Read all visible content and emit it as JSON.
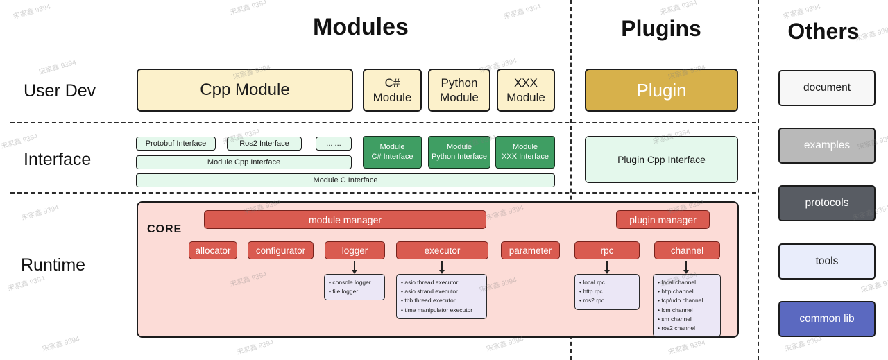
{
  "watermark": "宋家鑫 9394",
  "headers": {
    "modules": "Modules",
    "plugins": "Plugins",
    "others": "Others"
  },
  "row_labels": {
    "user_dev": "User Dev",
    "interface": "Interface",
    "runtime": "Runtime"
  },
  "user_dev": {
    "cpp_module": "Cpp Module",
    "csharp_module": "C#\nModule",
    "python_module": "Python\nModule",
    "xxx_module": "XXX\nModule",
    "plugin": "Plugin"
  },
  "interface": {
    "protobuf": "Protobuf Interface",
    "ros2": "Ros2 Interface",
    "dots": "... ...",
    "module_cpp": "Module Cpp Interface",
    "module_c": "Module C Interface",
    "module_csharp": "Module\nC# Interface",
    "module_python": "Module\nPython Interface",
    "module_xxx": "Module\nXXX Interface",
    "plugin_cpp": "Plugin Cpp Interface"
  },
  "runtime": {
    "core_label": "CORE",
    "module_manager": "module manager",
    "plugin_manager": "plugin manager",
    "components": {
      "allocator": "allocator",
      "configurator": "configurator",
      "logger": "logger",
      "executor": "executor",
      "parameter": "parameter",
      "rpc": "rpc",
      "channel": "channel"
    },
    "logger_impls": [
      "console logger",
      "file logger"
    ],
    "executor_impls": [
      "asio thread executor",
      "asio strand executor",
      "tbb thread executor",
      "time manipulator executor"
    ],
    "rpc_impls": [
      "local rpc",
      "http rpc",
      "ros2 rpc"
    ],
    "channel_impls": [
      "local channel",
      "http channel",
      "tcp/udp channel",
      "lcm channel",
      "sm channel",
      "ros2 channel"
    ]
  },
  "others": {
    "items": [
      {
        "label": "document"
      },
      {
        "label": "examples"
      },
      {
        "label": "protocols"
      },
      {
        "label": "tools"
      },
      {
        "label": "common lib"
      }
    ]
  },
  "colors": {
    "cream_module": "#fcf1cb",
    "plugin_gold": "#d7b14b",
    "interface_light_green": "#e4f8ec",
    "interface_green": "#3f9e63",
    "runtime_pink": "#fcdcd7",
    "component_red": "#d95b50",
    "impl_lavender": "#ebe7f6",
    "examples_gray": "#b9b9b9",
    "protocols_dark": "#585c63",
    "tools_light_blue": "#e9edfb",
    "common_lib_indigo": "#5b69c0"
  }
}
